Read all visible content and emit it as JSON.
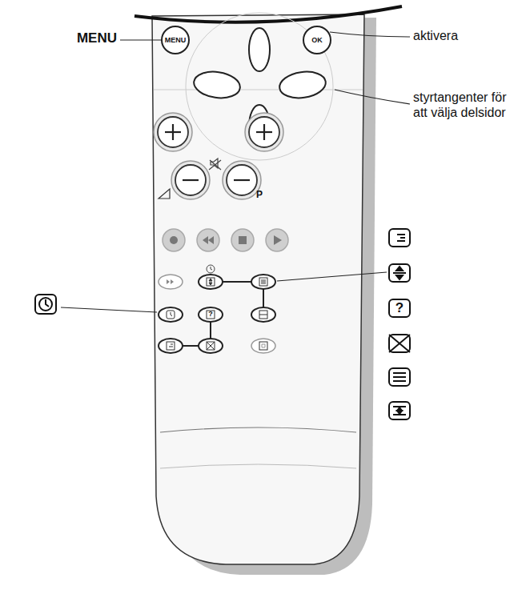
{
  "diagram": {
    "nodes": [
      {
        "text": [
          "MENU"
        ]
      },
      {
        "text": [
          "OK"
        ]
      }
    ],
    "labels": [
      "MENU",
      "aktivera",
      "styrtangenter för att välja delsidor",
      "P",
      "?",
      "?"
    ]
  }
}
